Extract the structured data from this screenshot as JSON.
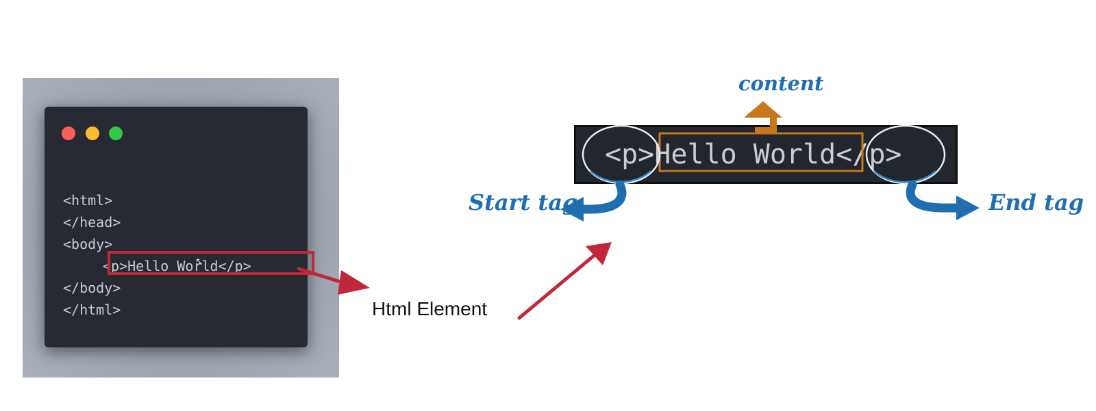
{
  "code_window": {
    "lines": [
      "<html>",
      "</head>",
      "<body>",
      "<p>Hello World</p>",
      "</body>",
      "</html>"
    ],
    "colors": {
      "background": "#272a33",
      "text": "#c7cbd2",
      "highlight": "#c0283a"
    },
    "window_dots": [
      "#fb5e57",
      "#fdbb2f",
      "#2fc840"
    ]
  },
  "element_label": "Html Element",
  "snippet": {
    "start_tag": "<p>",
    "content": "Hello World",
    "end_tag": "</p>"
  },
  "labels": {
    "content": "content",
    "start_tag": "Start tag",
    "end_tag": "End tag"
  },
  "colors": {
    "red_arrow": "#c0283a",
    "blue_arrow": "#1f6fb0",
    "content_arrow": "#c8781c",
    "content_box": "#c8781c",
    "tag_ellipse": "#e8eef6"
  }
}
